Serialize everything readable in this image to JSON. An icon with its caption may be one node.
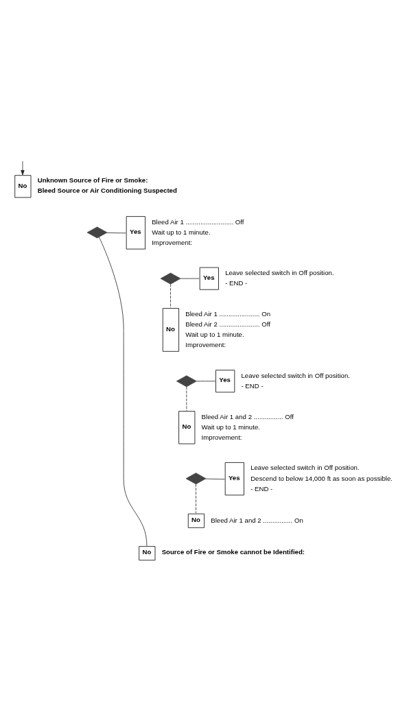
{
  "diagram": {
    "nodes": [
      {
        "text": [
          "No"
        ],
        "beside": [
          "Unknown Source of Fire or Smoke:",
          "Bleed Source or Air Conditioning Suspected"
        ]
      },
      {
        "text": [],
        "shape": "diamond"
      },
      {
        "text": [
          "Yes"
        ],
        "beside": [
          "Bleed Air 1 .......................... Off",
          "Wait up to 1 minute.",
          "Improvement:"
        ]
      },
      {
        "text": [],
        "shape": "diamond"
      },
      {
        "text": [
          "Yes"
        ],
        "beside": [
          "Leave selected switch in Off position.",
          "- END -"
        ]
      },
      {
        "text": [
          "No"
        ],
        "beside": [
          "Bleed Air 1 ...................... On",
          "Bleed Air 2 ...................... Off",
          "Wait up to 1 minute.",
          "Improvement:"
        ]
      },
      {
        "text": [],
        "shape": "diamond"
      },
      {
        "text": [
          "Yes"
        ],
        "beside": [
          "Leave selected switch in Off position.",
          "- END -"
        ]
      },
      {
        "text": [
          "No"
        ],
        "beside": [
          "Bleed Air 1 and 2 ................ Off",
          "Wait up to 1 minute.",
          "Improvement:"
        ]
      },
      {
        "text": [],
        "shape": "diamond"
      },
      {
        "text": [
          "Yes"
        ],
        "beside": [
          "Leave selected switch in Off position.",
          "Descend to below 14,000 ft as soon as possible.",
          "- END -"
        ]
      },
      {
        "text": [
          "No"
        ],
        "beside": [
          "Bleed Air 1 and 2 ................ On"
        ]
      },
      {
        "text": [
          "No"
        ],
        "beside": [
          "Source of Fire or Smoke cannot be Identified:"
        ]
      }
    ],
    "edges": [
      {
        "from": null,
        "to": 0,
        "arrow": "to"
      },
      {
        "from": 1,
        "to": 2,
        "arrow": "none"
      },
      {
        "from": 1,
        "to": 12,
        "arrow": "none"
      },
      {
        "from": 3,
        "to": 4,
        "arrow": "none"
      },
      {
        "from": 3,
        "to": 5,
        "arrow": "none",
        "style": "dashed"
      },
      {
        "from": 6,
        "to": 7,
        "arrow": "none"
      },
      {
        "from": 6,
        "to": 8,
        "arrow": "none",
        "style": "dashed"
      },
      {
        "from": 9,
        "to": 10,
        "arrow": "none"
      },
      {
        "from": 9,
        "to": 11,
        "arrow": "none",
        "style": "dashed"
      }
    ]
  }
}
